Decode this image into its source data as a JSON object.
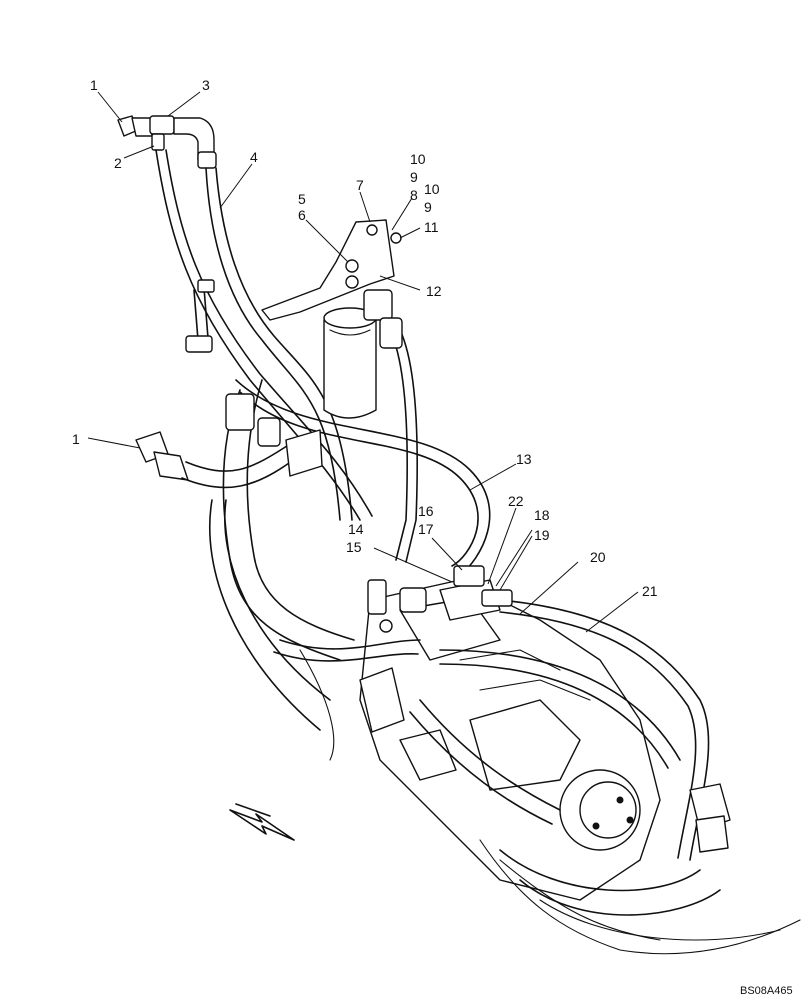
{
  "callouts": [
    {
      "id": "c1a",
      "text": "1"
    },
    {
      "id": "c2",
      "text": "2"
    },
    {
      "id": "c3",
      "text": "3"
    },
    {
      "id": "c4",
      "text": "4"
    },
    {
      "id": "c5",
      "text": "5"
    },
    {
      "id": "c6",
      "text": "6"
    },
    {
      "id": "c7",
      "text": "7"
    },
    {
      "id": "c10a",
      "text": "10"
    },
    {
      "id": "c9a",
      "text": "9"
    },
    {
      "id": "c10b",
      "text": "10"
    },
    {
      "id": "c8",
      "text": "8"
    },
    {
      "id": "c9b",
      "text": "9"
    },
    {
      "id": "c11",
      "text": "11"
    },
    {
      "id": "c12",
      "text": "12"
    },
    {
      "id": "c1b",
      "text": "1"
    },
    {
      "id": "c13",
      "text": "13"
    },
    {
      "id": "c16",
      "text": "16"
    },
    {
      "id": "c22",
      "text": "22"
    },
    {
      "id": "c18",
      "text": "18"
    },
    {
      "id": "c14",
      "text": "14"
    },
    {
      "id": "c17",
      "text": "17"
    },
    {
      "id": "c19",
      "text": "19"
    },
    {
      "id": "c15",
      "text": "15"
    },
    {
      "id": "c20",
      "text": "20"
    },
    {
      "id": "c21",
      "text": "21"
    }
  ],
  "reference_code": "BS08A465",
  "icons": {
    "direction": "front-direction-arrow-icon"
  }
}
